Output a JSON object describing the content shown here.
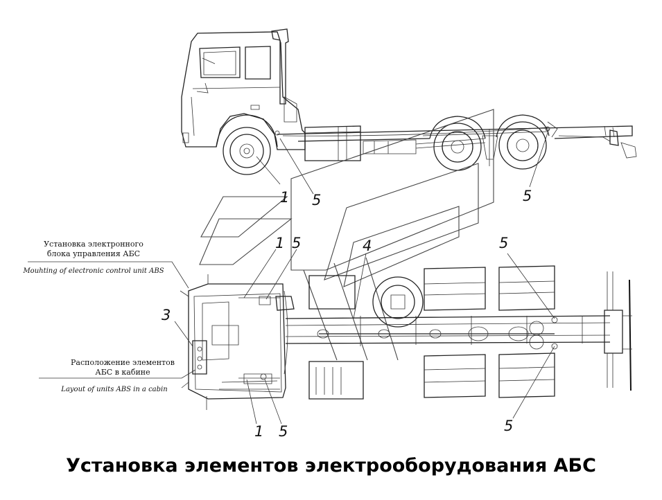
{
  "title": "Установка элементов электрооборудования АБС",
  "annotations": {
    "ecu_ru_line1": "Установка электронного",
    "ecu_ru_line2": "блока управления АБС",
    "ecu_en": "Mouhting of electronic control unit ABS",
    "cabin_ru_line1": "Расположение элементов",
    "cabin_ru_line2": "АБС в кабине",
    "cabin_en": "Layout of units ABS in a cabin"
  },
  "callouts": {
    "side_1": "1",
    "side_5_front": "5",
    "side_5_rear": "5",
    "plan_1_top": "1",
    "plan_5_top": "5",
    "plan_4": "4",
    "plan_5_rear_top": "5",
    "plan_3": "3",
    "plan_1_bottom": "1",
    "plan_5_bottom": "5",
    "plan_5_rear_bottom": "5"
  }
}
